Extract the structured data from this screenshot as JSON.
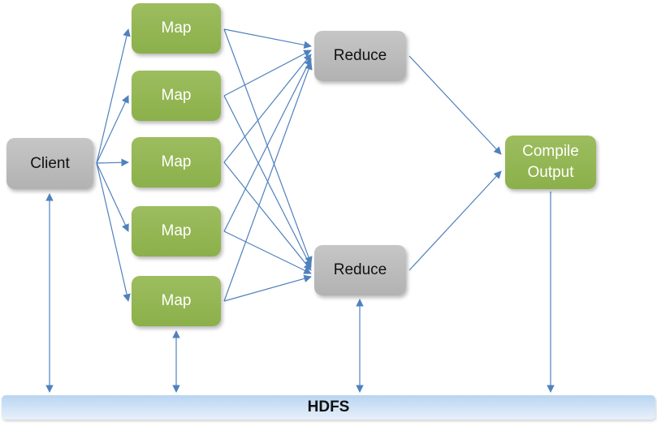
{
  "diagram": {
    "nodes": {
      "client": "Client",
      "maps": [
        "Map",
        "Map",
        "Map",
        "Map",
        "Map"
      ],
      "reduces": [
        "Reduce",
        "Reduce"
      ],
      "compile_output": "Compile Output",
      "hdfs": "HDFS"
    },
    "colors": {
      "node_green": "#94b551",
      "node_gray": "#bdbdbd",
      "arrow_blue": "#4f81bd",
      "hdfs_bar_top": "#b9d5f1",
      "hdfs_bar_bottom": "#e7f0fa",
      "text_on_green": "#ffffff",
      "text_on_gray": "#111111"
    }
  }
}
